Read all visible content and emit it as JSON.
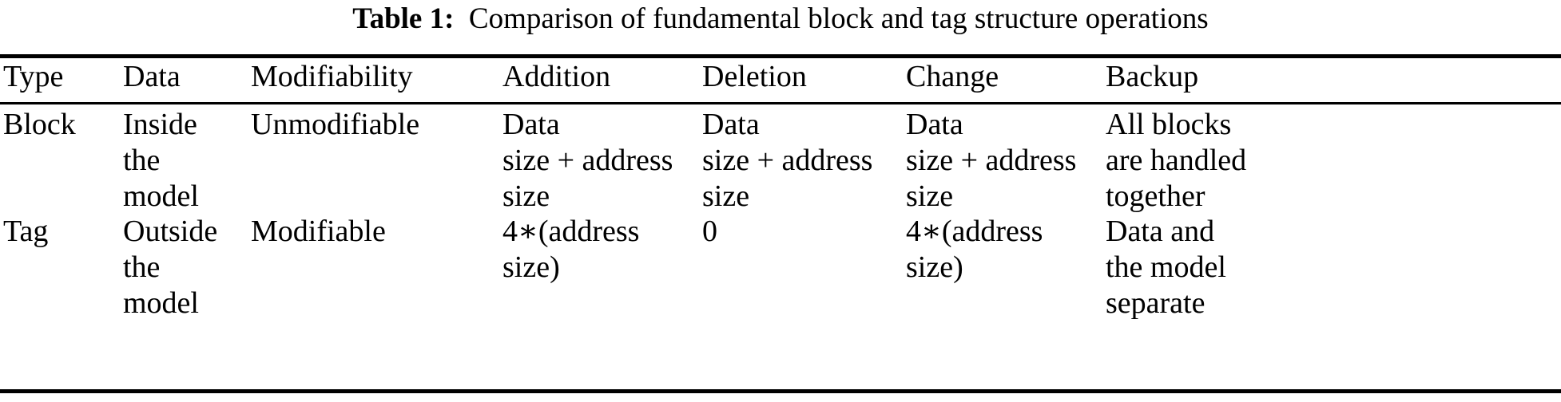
{
  "caption": {
    "label": "Table 1:",
    "text": "Comparison of fundamental block and tag structure operations"
  },
  "table": {
    "columns": [
      "Type",
      "Data",
      "Modifiability",
      "Addition",
      "Deletion",
      "Change",
      "Backup"
    ],
    "rows": [
      {
        "type": "Block",
        "data": "Inside the\nmodel",
        "modifiability": "Unmodifiable",
        "addition": "Data\nsize + address\nsize",
        "deletion": "Data\nsize + address\nsize",
        "change": "Data\nsize + address\nsize",
        "backup": "All blocks\nare handled\ntogether"
      },
      {
        "type": "Tag",
        "data": "Outside the\nmodel",
        "modifiability": "Modifiable",
        "addition": "4∗(address\nsize)",
        "deletion": "0",
        "change": "4∗(address\nsize)",
        "backup": "Data and\nthe model\nseparate"
      }
    ]
  },
  "style": {
    "text_color": "#000000",
    "background_color": "#ffffff",
    "rule_color": "#000000"
  }
}
